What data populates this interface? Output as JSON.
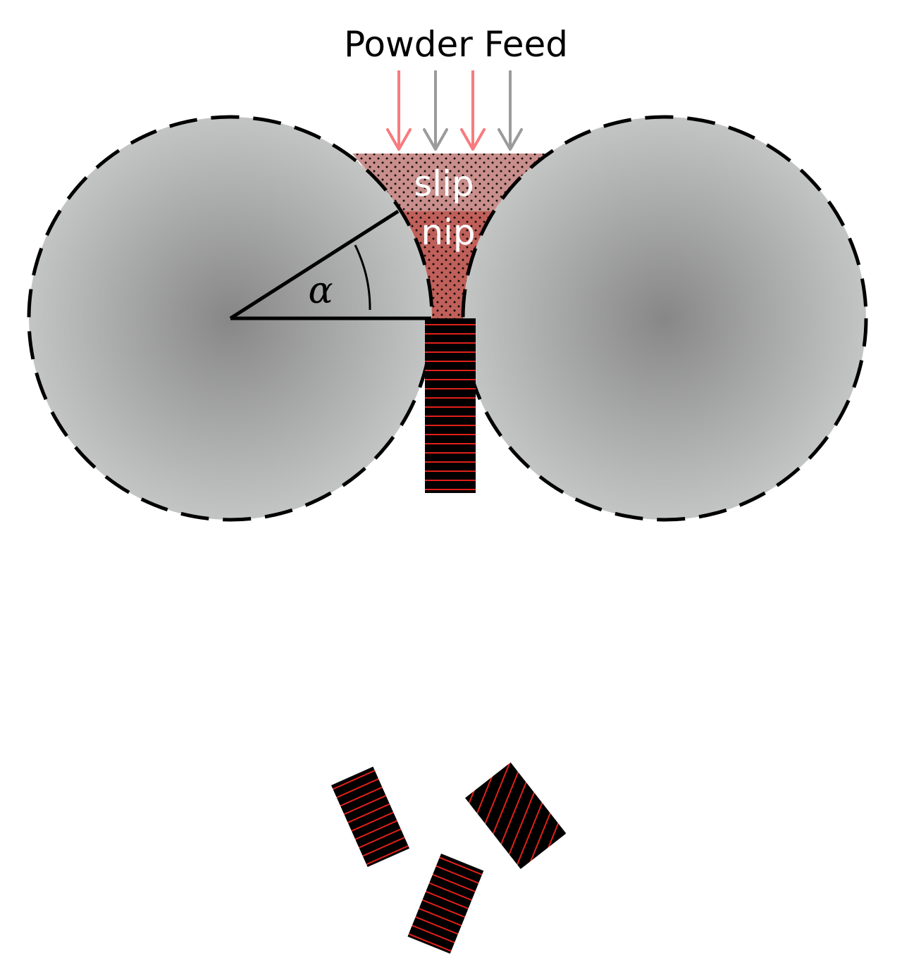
{
  "title": "Powder Feed",
  "zones": {
    "slip": "slip",
    "nip": "nip"
  },
  "angle_label": "α",
  "colors": {
    "background": "#ffffff",
    "roll_center": "#878787",
    "roll_edge": "#c3c5c4",
    "roll_outline": "#000000",
    "slip_fill": "#c98f8c",
    "nip_fill": "#c0605a",
    "compact_fill": "#000000",
    "compact_stripe": "#e0201a",
    "arrow_red": "#f77b7e",
    "arrow_gray": "#9b9b9b"
  },
  "feed_arrows": [
    "red",
    "gray",
    "red",
    "gray"
  ]
}
